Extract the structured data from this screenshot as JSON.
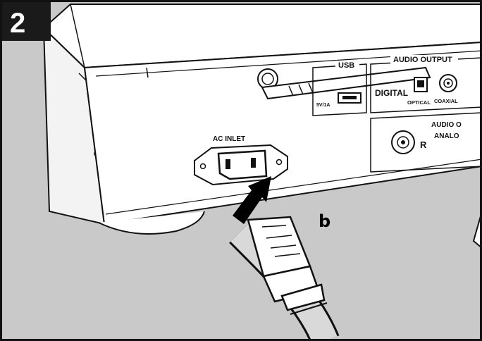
{
  "step": {
    "number": "2"
  },
  "panel": {
    "usb_label": "USB",
    "usb_power": "5V/1A",
    "audio_output_label": "AUDIO OUTPUT",
    "digital_label": "DIGITAL",
    "optical_label": "OPTICAL",
    "coaxial_label": "COAXIAL",
    "audio_out_analog_title": "AUDIO O",
    "analog_label": "ANALO",
    "right_channel": "R",
    "ac_inlet_label": "AC INLET"
  },
  "callout": {
    "letter": "b"
  },
  "colors": {
    "background_floor": "#c9c9c9",
    "device_body": "#ffffff",
    "outline": "#111111",
    "arrow": "#000000",
    "step_badge": "#1a1a1a"
  }
}
